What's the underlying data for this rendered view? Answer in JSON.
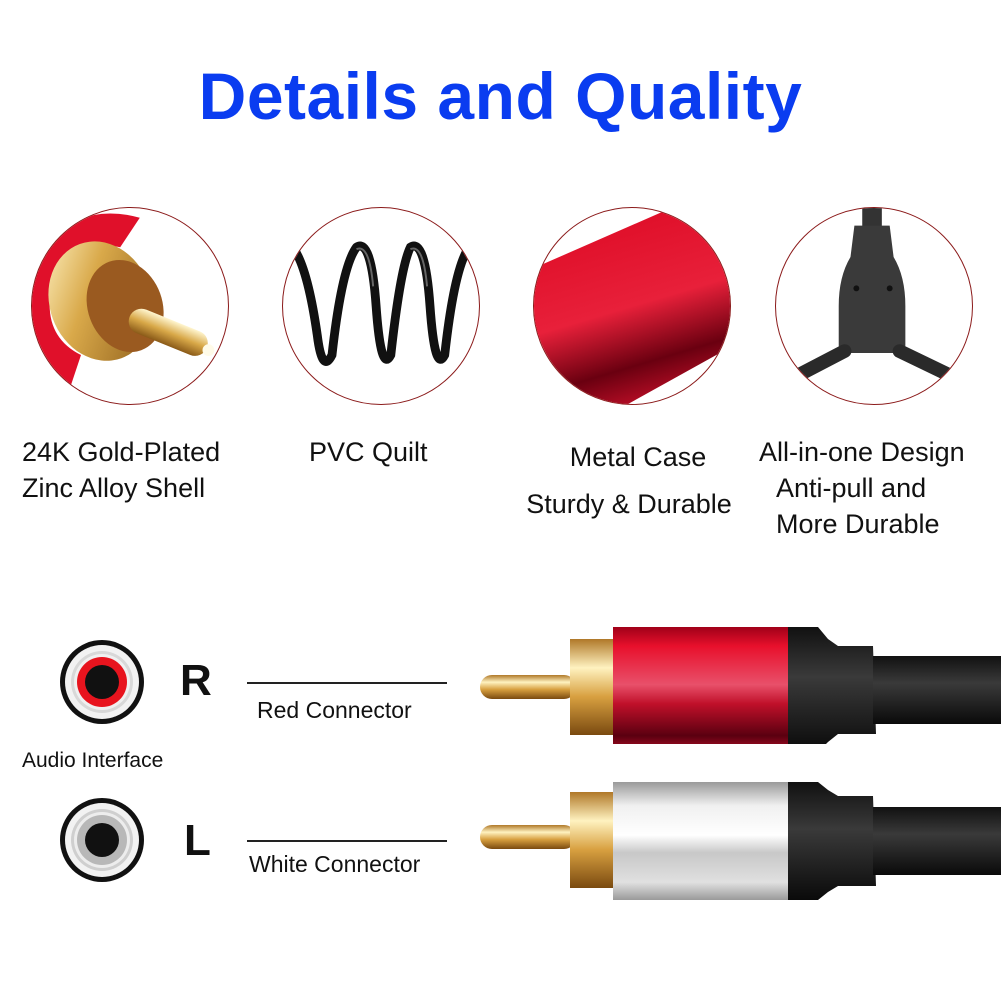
{
  "header": {
    "title": "Details and Quality"
  },
  "features": [
    {
      "name": "gold-plated",
      "lines": [
        "24K Gold-Plated",
        "Zinc Alloy Shell"
      ],
      "icon": "gold-plug-tip-icon"
    },
    {
      "name": "pvc-quilt",
      "lines": [
        "PVC Quilt"
      ],
      "icon": "coiled-cable-icon"
    },
    {
      "name": "metal-case",
      "lines": [
        "Metal Case",
        "Sturdy & Durable"
      ],
      "icon": "red-metal-case-icon"
    },
    {
      "name": "all-in-one",
      "lines": [
        "All-in-one Design",
        "Anti-pull and",
        "More Durable"
      ],
      "icon": "y-splitter-icon"
    }
  ],
  "interface": {
    "label": "Audio Interface",
    "channels": [
      {
        "letter": "R",
        "connector_label": "Red Connector",
        "color": "#e0101a"
      },
      {
        "letter": "L",
        "connector_label": "White Connector",
        "color": "#c8c8c8"
      }
    ]
  },
  "colors": {
    "title": "#0a3cf0",
    "circle_border": "#8b1a1a",
    "red_case": "#d8102a",
    "gold": "#d8b060",
    "cable": "#111111"
  }
}
